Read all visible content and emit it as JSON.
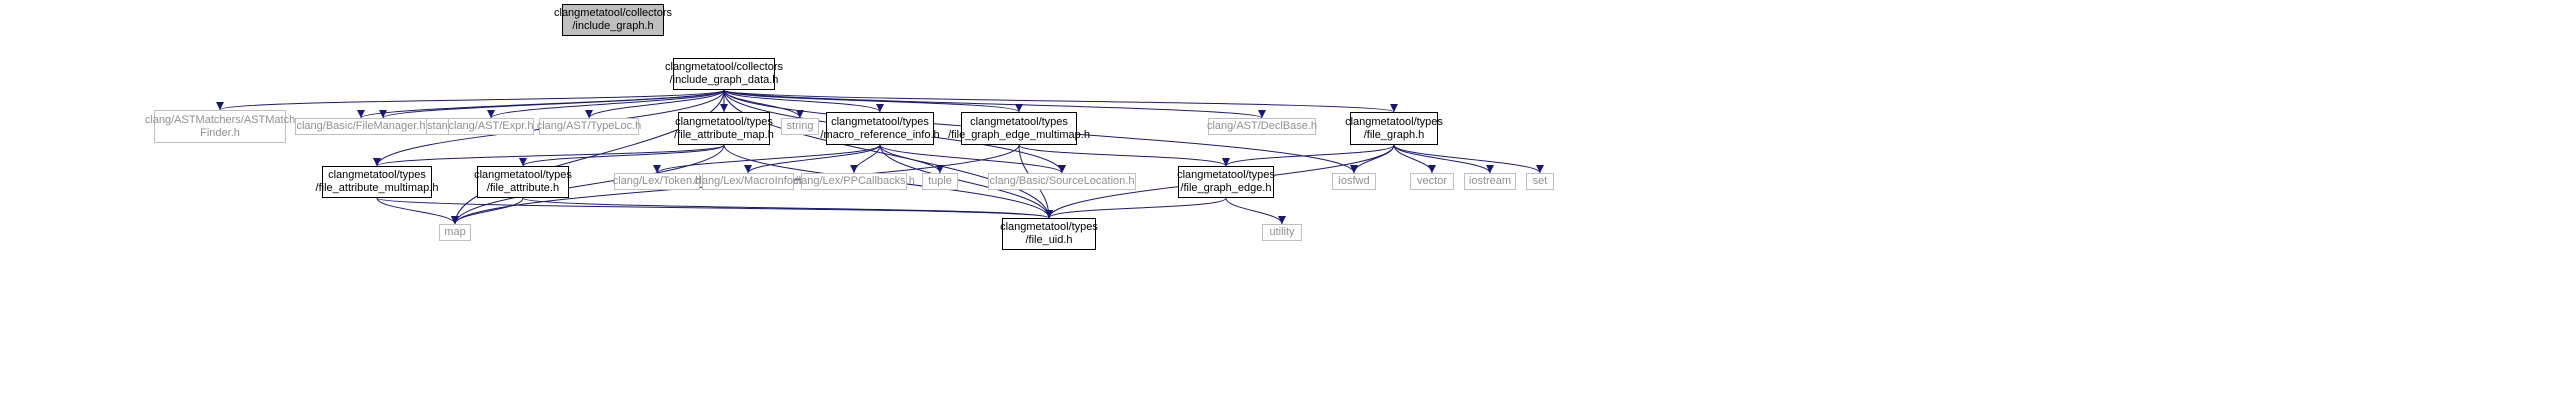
{
  "colors": {
    "edge": "#191970",
    "external_border": "#bfbfbf",
    "external_text": "#909090",
    "root_fill": "#bfbfbf"
  },
  "nodes": {
    "root": {
      "line1": "clangmetatool/collectors",
      "line2": "/include_graph.h"
    },
    "include_graph_data": {
      "line1": "clangmetatool/collectors",
      "line2": "/include_graph_data.h"
    },
    "compiler_instance": {
      "line1": "clang/Frontend/CompilerInstance.h"
    },
    "ast_match_finder": {
      "line1": "clang/ASTMatchers/ASTMatch",
      "line2": "Finder.h"
    },
    "file_manager": {
      "line1": "clang/Basic/FileManager.h"
    },
    "expr": {
      "line1": "clang/AST/Expr.h"
    },
    "type_loc": {
      "line1": "clang/AST/TypeLoc.h"
    },
    "file_attribute_map": {
      "line1": "clangmetatool/types",
      "line2": "/file_attribute_map.h"
    },
    "string": {
      "line1": "string"
    },
    "macro_reference_info": {
      "line1": "clangmetatool/types",
      "line2": "/macro_reference_info.h"
    },
    "file_graph_edge_multimap": {
      "line1": "clangmetatool/types",
      "line2": "/file_graph_edge_multimap.h"
    },
    "decl_base": {
      "line1": "clang/AST/DeclBase.h"
    },
    "file_graph": {
      "line1": "clangmetatool/types",
      "line2": "/file_graph.h"
    },
    "file_attribute_multimap": {
      "line1": "clangmetatool/types",
      "line2": "/file_attribute_multimap.h"
    },
    "file_attribute": {
      "line1": "clangmetatool/types",
      "line2": "/file_attribute.h"
    },
    "token": {
      "line1": "clang/Lex/Token.h"
    },
    "macro_info": {
      "line1": "clang/Lex/MacroInfo.h"
    },
    "pp_callbacks": {
      "line1": "clang/Lex/PPCallbacks.h"
    },
    "tuple": {
      "line1": "tuple"
    },
    "source_location": {
      "line1": "clang/Basic/SourceLocation.h"
    },
    "file_graph_edge": {
      "line1": "clangmetatool/types",
      "line2": "/file_graph_edge.h"
    },
    "iosfwd": {
      "line1": "iosfwd"
    },
    "vector": {
      "line1": "vector"
    },
    "iostream": {
      "line1": "iostream"
    },
    "set": {
      "line1": "set"
    },
    "map": {
      "line1": "map"
    },
    "file_uid": {
      "line1": "clangmetatool/types",
      "line2": "/file_uid.h"
    },
    "utility": {
      "line1": "utility"
    }
  }
}
